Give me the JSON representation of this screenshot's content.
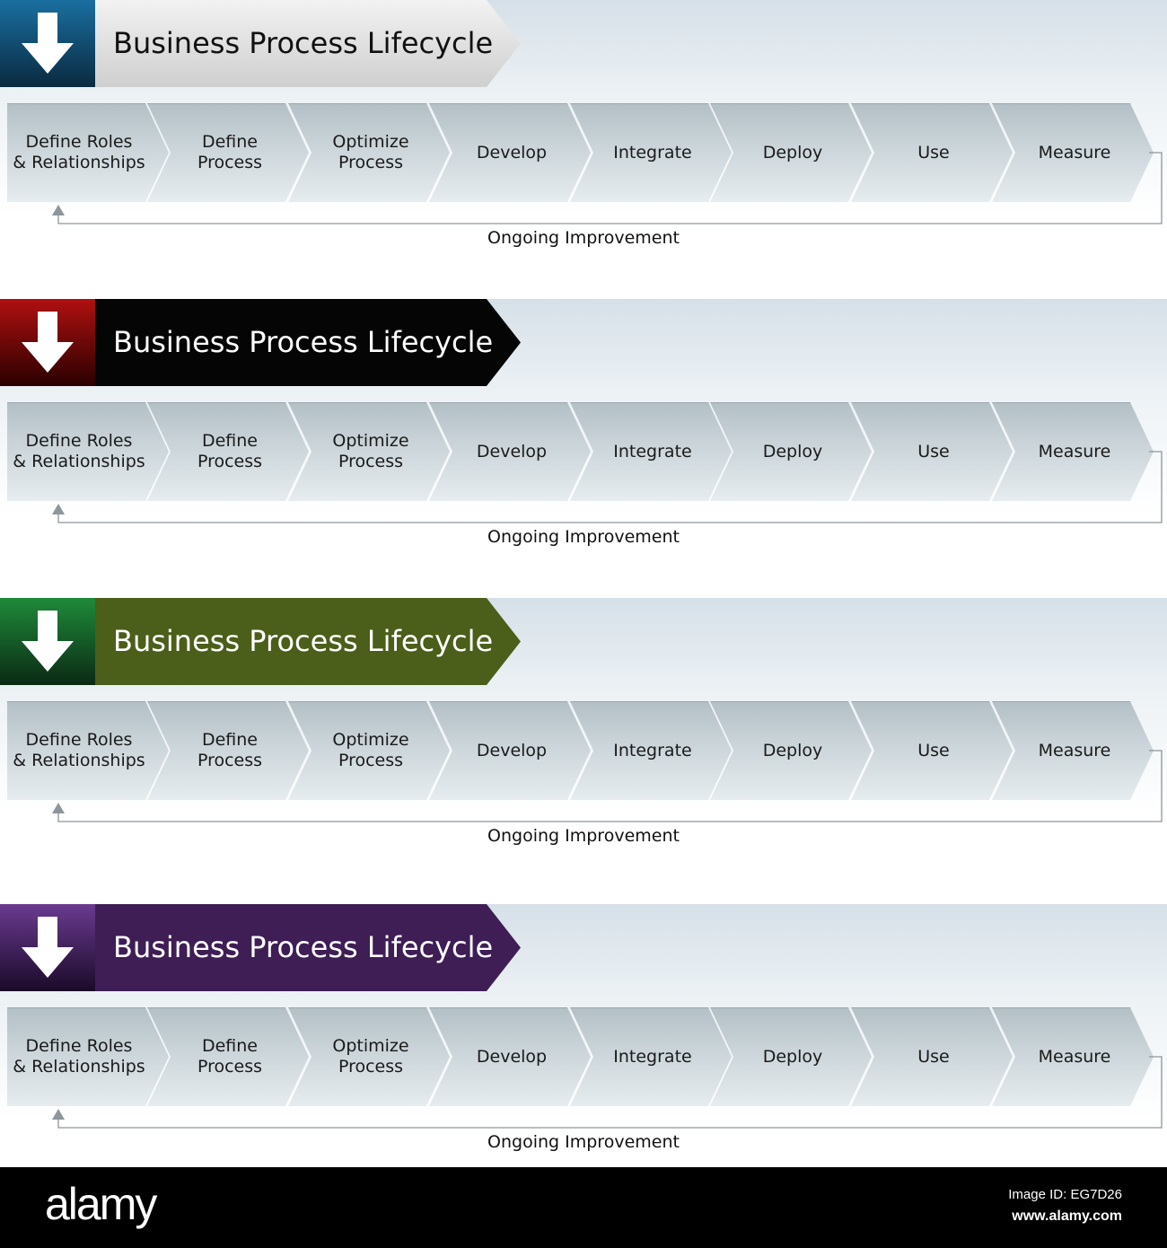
{
  "title": "Business Process Lifecycle",
  "steps": [
    "Define Roles\n& Relationships",
    "Define\nProcess",
    "Optimize\nProcess",
    "Develop",
    "Integrate",
    "Deploy",
    "Use",
    "Measure"
  ],
  "loop_label": "Ongoing Improvement",
  "icon": "down-arrow-icon",
  "variants": [
    {
      "name": "blue",
      "icon_color_top": "#1a6fa0",
      "icon_color_bottom": "#0a2a40",
      "banner_color": "#f2f2f2",
      "banner_color_bottom": "#cfcfcf",
      "title_color": "#111111"
    },
    {
      "name": "red",
      "icon_color_top": "#b01010",
      "icon_color_bottom": "#2a0000",
      "banner_color": "#050505",
      "banner_color_bottom": "#050505",
      "title_color": "#ffffff"
    },
    {
      "name": "green",
      "icon_color_top": "#1f8a3a",
      "icon_color_bottom": "#0a2a14",
      "banner_color": "#4b5e1a",
      "banner_color_bottom": "#4b5e1a",
      "title_color": "#ffffff"
    },
    {
      "name": "purple",
      "icon_color_top": "#6a3a90",
      "icon_color_bottom": "#1a0a28",
      "banner_color": "#3e1e55",
      "banner_color_bottom": "#3e1e55",
      "title_color": "#ffffff"
    }
  ],
  "footer": {
    "logo": "alamy",
    "image_id": "Image ID: EG7D26",
    "url": "www.alamy.com"
  }
}
